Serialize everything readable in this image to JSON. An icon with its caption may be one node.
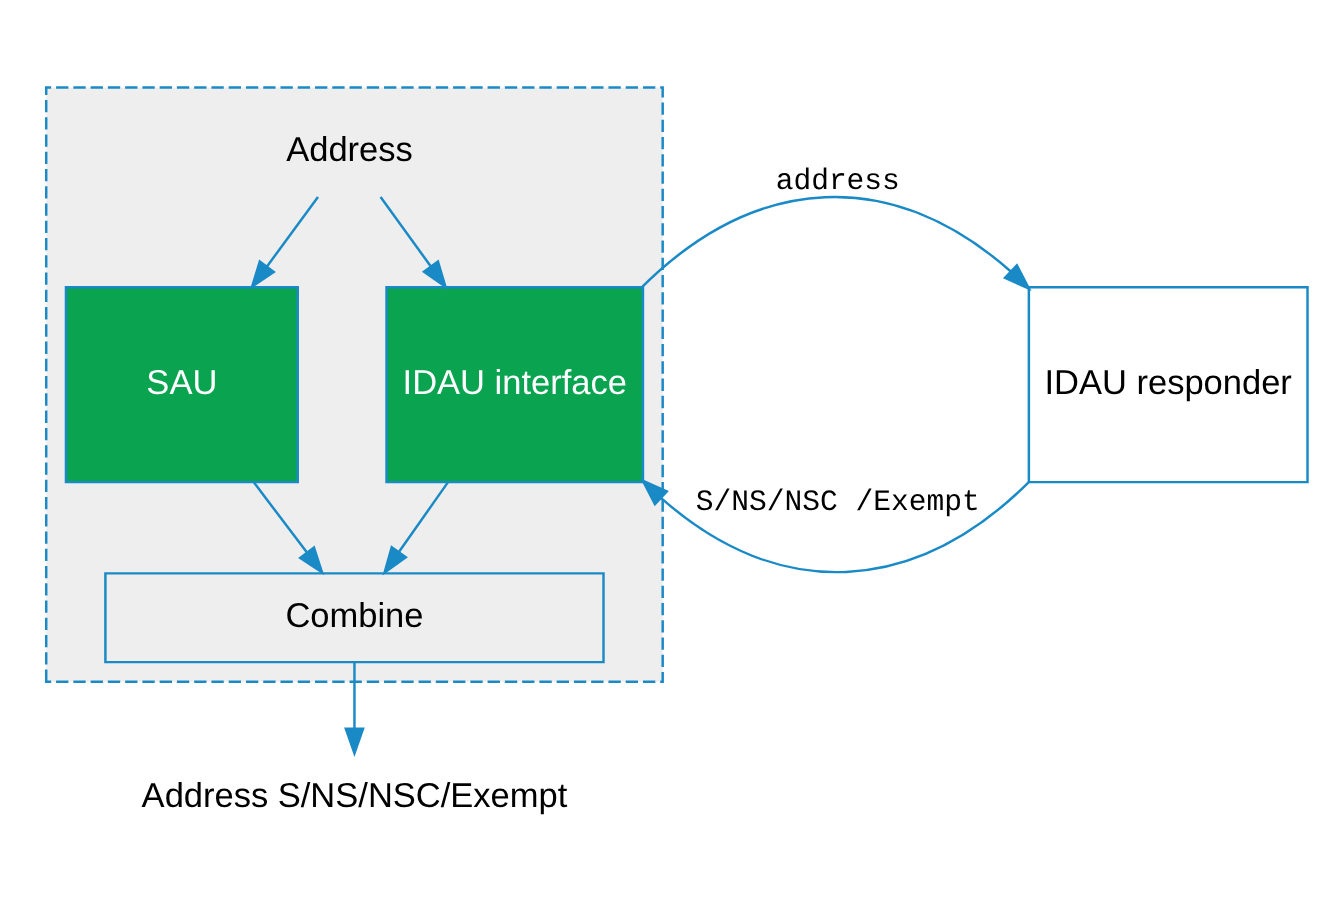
{
  "diagram": {
    "nodes": [
      {
        "text": [],
        "shape": "box"
      },
      {
        "text": [
          "Address"
        ],
        "in": 0
      },
      {
        "text": [
          "SAU"
        ],
        "in": 0
      },
      {
        "text": [
          "IDAU interface"
        ],
        "in": 0
      },
      {
        "text": [
          "Combine"
        ],
        "in": 0
      },
      {
        "text": [
          "IDAU responder"
        ]
      },
      {
        "text": [
          "Address S/NS/NSC/Exempt"
        ]
      }
    ],
    "edges": [
      {
        "from": 1,
        "to": 2,
        "arrow": "to"
      },
      {
        "from": 1,
        "to": 3,
        "arrow": "to"
      },
      {
        "from": 2,
        "to": 4,
        "arrow": "to"
      },
      {
        "from": 3,
        "to": 4,
        "arrow": "to"
      },
      {
        "from": 3,
        "to": 5,
        "arrow": "to",
        "label": "address"
      },
      {
        "from": 5,
        "to": 3,
        "arrow": "to",
        "label": "S/NS/NSC /Exempt"
      },
      {
        "from": 4,
        "to": 6,
        "arrow": "to"
      }
    ]
  }
}
